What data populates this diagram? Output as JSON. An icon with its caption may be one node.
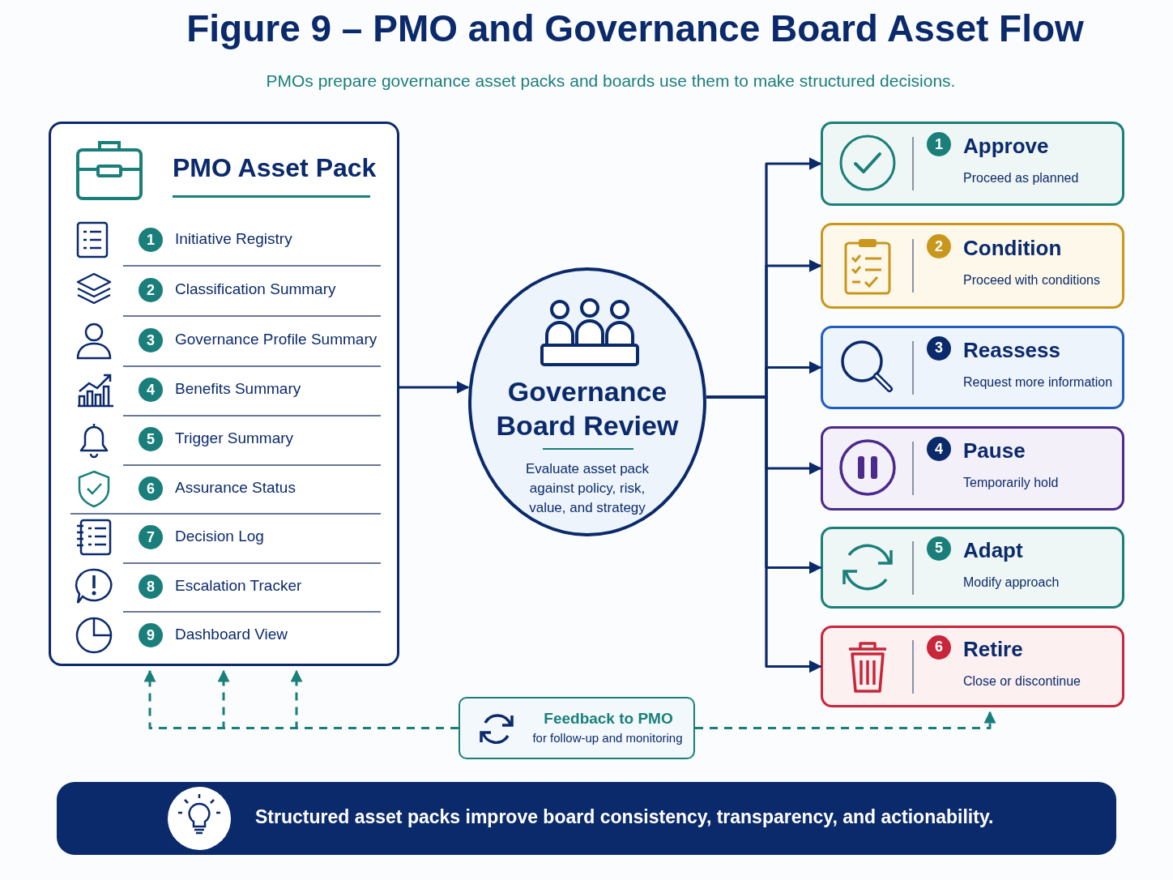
{
  "diagram": {
    "title": "Figure 9 – PMO and Governance Board Asset Flow",
    "nodes": [
      {
        "text": [
          "PMO Asset Pack"
        ]
      },
      {
        "text": [
          "1",
          "Initiative Registry"
        ],
        "in": 0
      },
      {
        "text": [
          "2",
          "Classification Summary"
        ],
        "in": 0
      },
      {
        "text": [
          "3",
          "Governance Profile Summary"
        ],
        "in": 0
      },
      {
        "text": [
          "4",
          "Benefits Summary"
        ],
        "in": 0
      },
      {
        "text": [
          "5",
          "Trigger Summary"
        ],
        "in": 0
      },
      {
        "text": [
          "6",
          "Assurance Status"
        ],
        "in": 0
      },
      {
        "text": [
          "7",
          "Decision Log"
        ],
        "in": 0
      },
      {
        "text": [
          "8",
          "Escalation Tracker"
        ],
        "in": 0
      },
      {
        "text": [
          "9",
          "Dashboard View"
        ],
        "in": 0
      },
      {
        "text": [
          "Governance Board Review",
          "Evaluate asset pack against policy, risk, value, and strategy"
        ]
      },
      {
        "text": [
          "1",
          "Approve",
          "Proceed as planned"
        ]
      },
      {
        "text": [
          "2",
          "Condition",
          "Proceed with conditions"
        ]
      },
      {
        "text": [
          "3",
          "Reassess",
          "Request more information"
        ]
      },
      {
        "text": [
          "4",
          "Pause",
          "Temporarily hold"
        ]
      },
      {
        "text": [
          "5",
          "Adapt",
          "Modify approach"
        ]
      },
      {
        "text": [
          "6",
          "Retire",
          "Close or discontinue"
        ]
      },
      {
        "text": [
          "Feedback to PMO",
          "for follow-up and monitoring"
        ]
      },
      {
        "text": [
          "Structured asset packs improve board consistency, transparency, and actionability."
        ]
      }
    ],
    "edges": [
      {
        "from": 0,
        "to": 10,
        "arrow": "to"
      },
      {
        "from": 10,
        "to": 11,
        "arrow": "to"
      },
      {
        "from": 10,
        "to": 12,
        "arrow": "to"
      },
      {
        "from": 10,
        "to": 13,
        "arrow": "to"
      },
      {
        "from": 10,
        "to": 14,
        "arrow": "to"
      },
      {
        "from": 10,
        "to": 15,
        "arrow": "to"
      },
      {
        "from": 10,
        "to": 16,
        "arrow": "to"
      },
      {
        "from": 17,
        "to": 0,
        "arrow": "to",
        "style": "dashed",
        "color": "#1a7f7a"
      },
      {
        "from": 17,
        "to": 0,
        "arrow": "to",
        "style": "dashed",
        "color": "#1a7f7a"
      },
      {
        "from": 17,
        "to": 0,
        "arrow": "to",
        "style": "dashed",
        "color": "#1a7f7a"
      },
      {
        "from": 17,
        "to": 16,
        "arrow": "to",
        "style": "dashed",
        "color": "#1a7f7a"
      }
    ],
    "labels": [
      "PMOs prepare governance asset packs and boards use them to make structured decisions."
    ]
  }
}
